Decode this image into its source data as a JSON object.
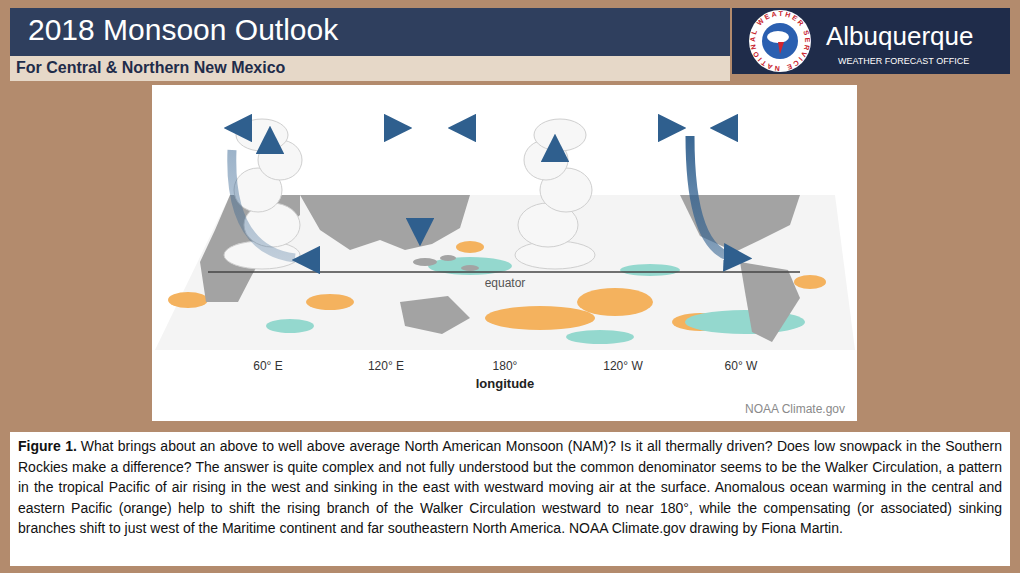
{
  "diagram": {
    "title": "2018 Monsoon Outlook",
    "caption": "What brings about an above to well above average North American Monsoon (NAM)? Is it all thermally driven? Does low snowpack in the Southern Rockies make a difference? The answer is quite complex and not fully understood but the common denominator seems to be the Walker Circulation, a pattern in the tropical Pacific of air rising in the west and sinking in the east with westward moving air at the surface. Anomalous ocean warming in the central and eastern Pacific (orange) help to shift the rising branch of the Walker Circulation westward to near 180°, while the compensating (or associated) sinking branches shift to just west of the Maritime continent and far southeastern North America. NOAA Climate.gov drawing by Fiona Martin.",
    "labels": [
      "Albuquerque",
      "WEATHER FORECAST OFFICE",
      "NATIONAL WEATHER SERVICE",
      "For Central & Northern New Mexico",
      "equator",
      "60° E",
      "120° E",
      "180°",
      "120° W",
      "60° W",
      "longitude",
      "NOAA Climate.gov",
      "Figure 1."
    ]
  }
}
